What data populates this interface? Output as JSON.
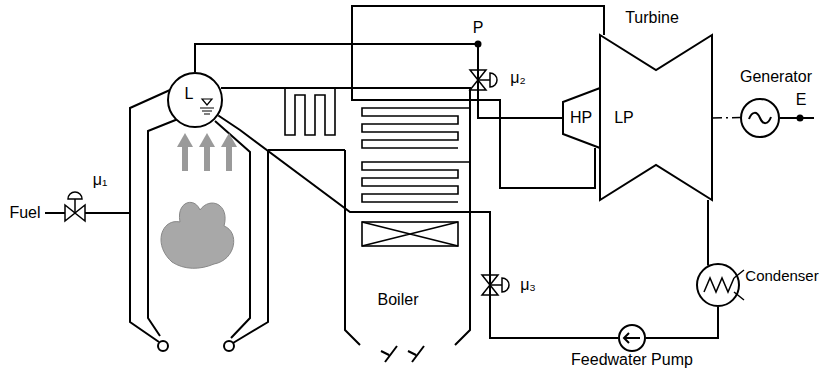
{
  "diagram": {
    "nodes": [
      {
        "text": [
          "L"
        ]
      },
      {
        "text": [
          "HP"
        ]
      },
      {
        "text": [
          "Turbine",
          "LP"
        ]
      },
      {
        "text": [
          "Generator"
        ]
      },
      {
        "text": [
          "Condenser"
        ]
      },
      {
        "text": [
          "Feedwater Pump"
        ]
      }
    ],
    "edges": [
      {
        "from": 0,
        "to": 1,
        "arrow": "none"
      },
      {
        "from": 1,
        "to": 2,
        "arrow": "none"
      },
      {
        "from": 2,
        "to": 3,
        "arrow": "none"
      },
      {
        "from": 2,
        "to": 4,
        "arrow": "none"
      },
      {
        "from": 4,
        "to": 5,
        "arrow": "none"
      },
      {
        "from": 5,
        "to": 0,
        "arrow": "none"
      }
    ],
    "labels": [
      "Fuel",
      "μ₁",
      "P",
      "μ₂",
      "E",
      "Boiler",
      "μ₃"
    ]
  }
}
